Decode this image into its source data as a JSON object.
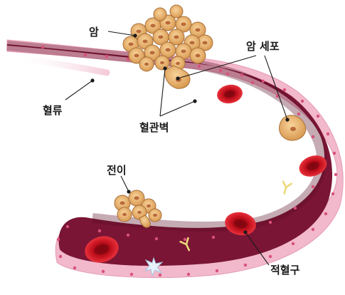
{
  "labels": {
    "cancer": "암",
    "cancer_cell": "암 세포",
    "blood_flow": "혈류",
    "vessel_wall": "혈관벽",
    "metastasis": "전이",
    "red_blood_cell": "적혈구"
  },
  "colors": {
    "lumen": "#7a1535",
    "lumen_dark": "#4d0a20",
    "wall": "#f2b8cb",
    "wall_dots": "#d8517a",
    "rbc": "#c8101c",
    "rbc_center": "#8e0812",
    "tumor": "#e8b36a",
    "tumor_outline": "#a8703a",
    "nucleus": "#b8693a",
    "antibody": "#e8d77a",
    "white_cell": "#e8f2fa"
  }
}
